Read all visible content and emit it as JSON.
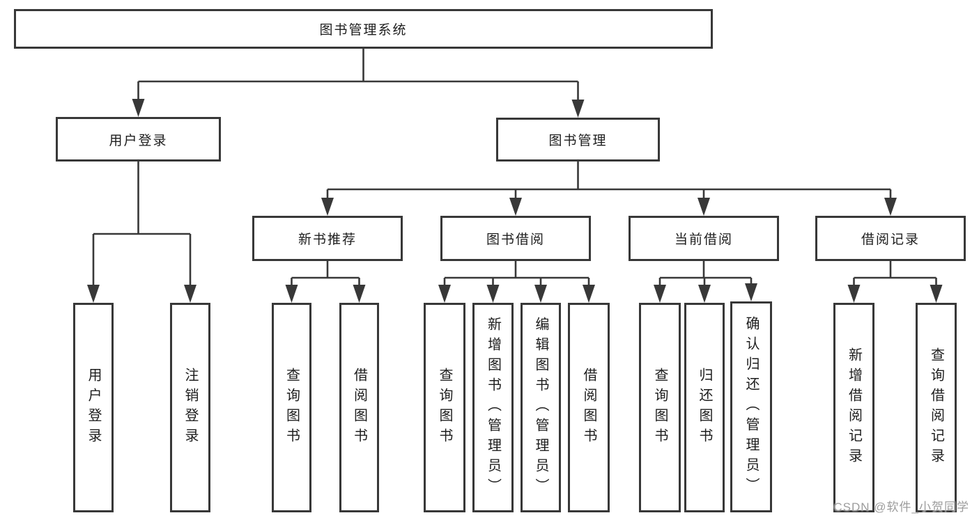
{
  "diagram_title": "图书管理系统",
  "tree": {
    "label": "图书管理系统",
    "children": [
      {
        "label": "用户登录",
        "children": [
          {
            "label": "用户登录"
          },
          {
            "label": "注销登录"
          }
        ]
      },
      {
        "label": "图书管理",
        "children": [
          {
            "label": "新书推荐",
            "children": [
              {
                "label": "查询图书"
              },
              {
                "label": "借阅图书"
              }
            ]
          },
          {
            "label": "图书借阅",
            "children": [
              {
                "label": "查询图书"
              },
              {
                "label": "新增图书（管理员）"
              },
              {
                "label": "编辑图书（管理员）"
              },
              {
                "label": "借阅图书"
              }
            ]
          },
          {
            "label": "当前借阅",
            "children": [
              {
                "label": "查询图书"
              },
              {
                "label": "归还图书"
              },
              {
                "label": "确认归还（管理员）"
              }
            ]
          },
          {
            "label": "借阅记录",
            "children": [
              {
                "label": "新增借阅记录"
              },
              {
                "label": "查询借阅记录"
              }
            ]
          }
        ]
      }
    ]
  },
  "watermark": {
    "text": "CSDN @软件_小贺同学"
  },
  "colors": {
    "line": "#383838",
    "box_border": "#383838",
    "text": "#1d1d1d",
    "watermark": "#9c9c9c",
    "background": "#ffffff"
  }
}
